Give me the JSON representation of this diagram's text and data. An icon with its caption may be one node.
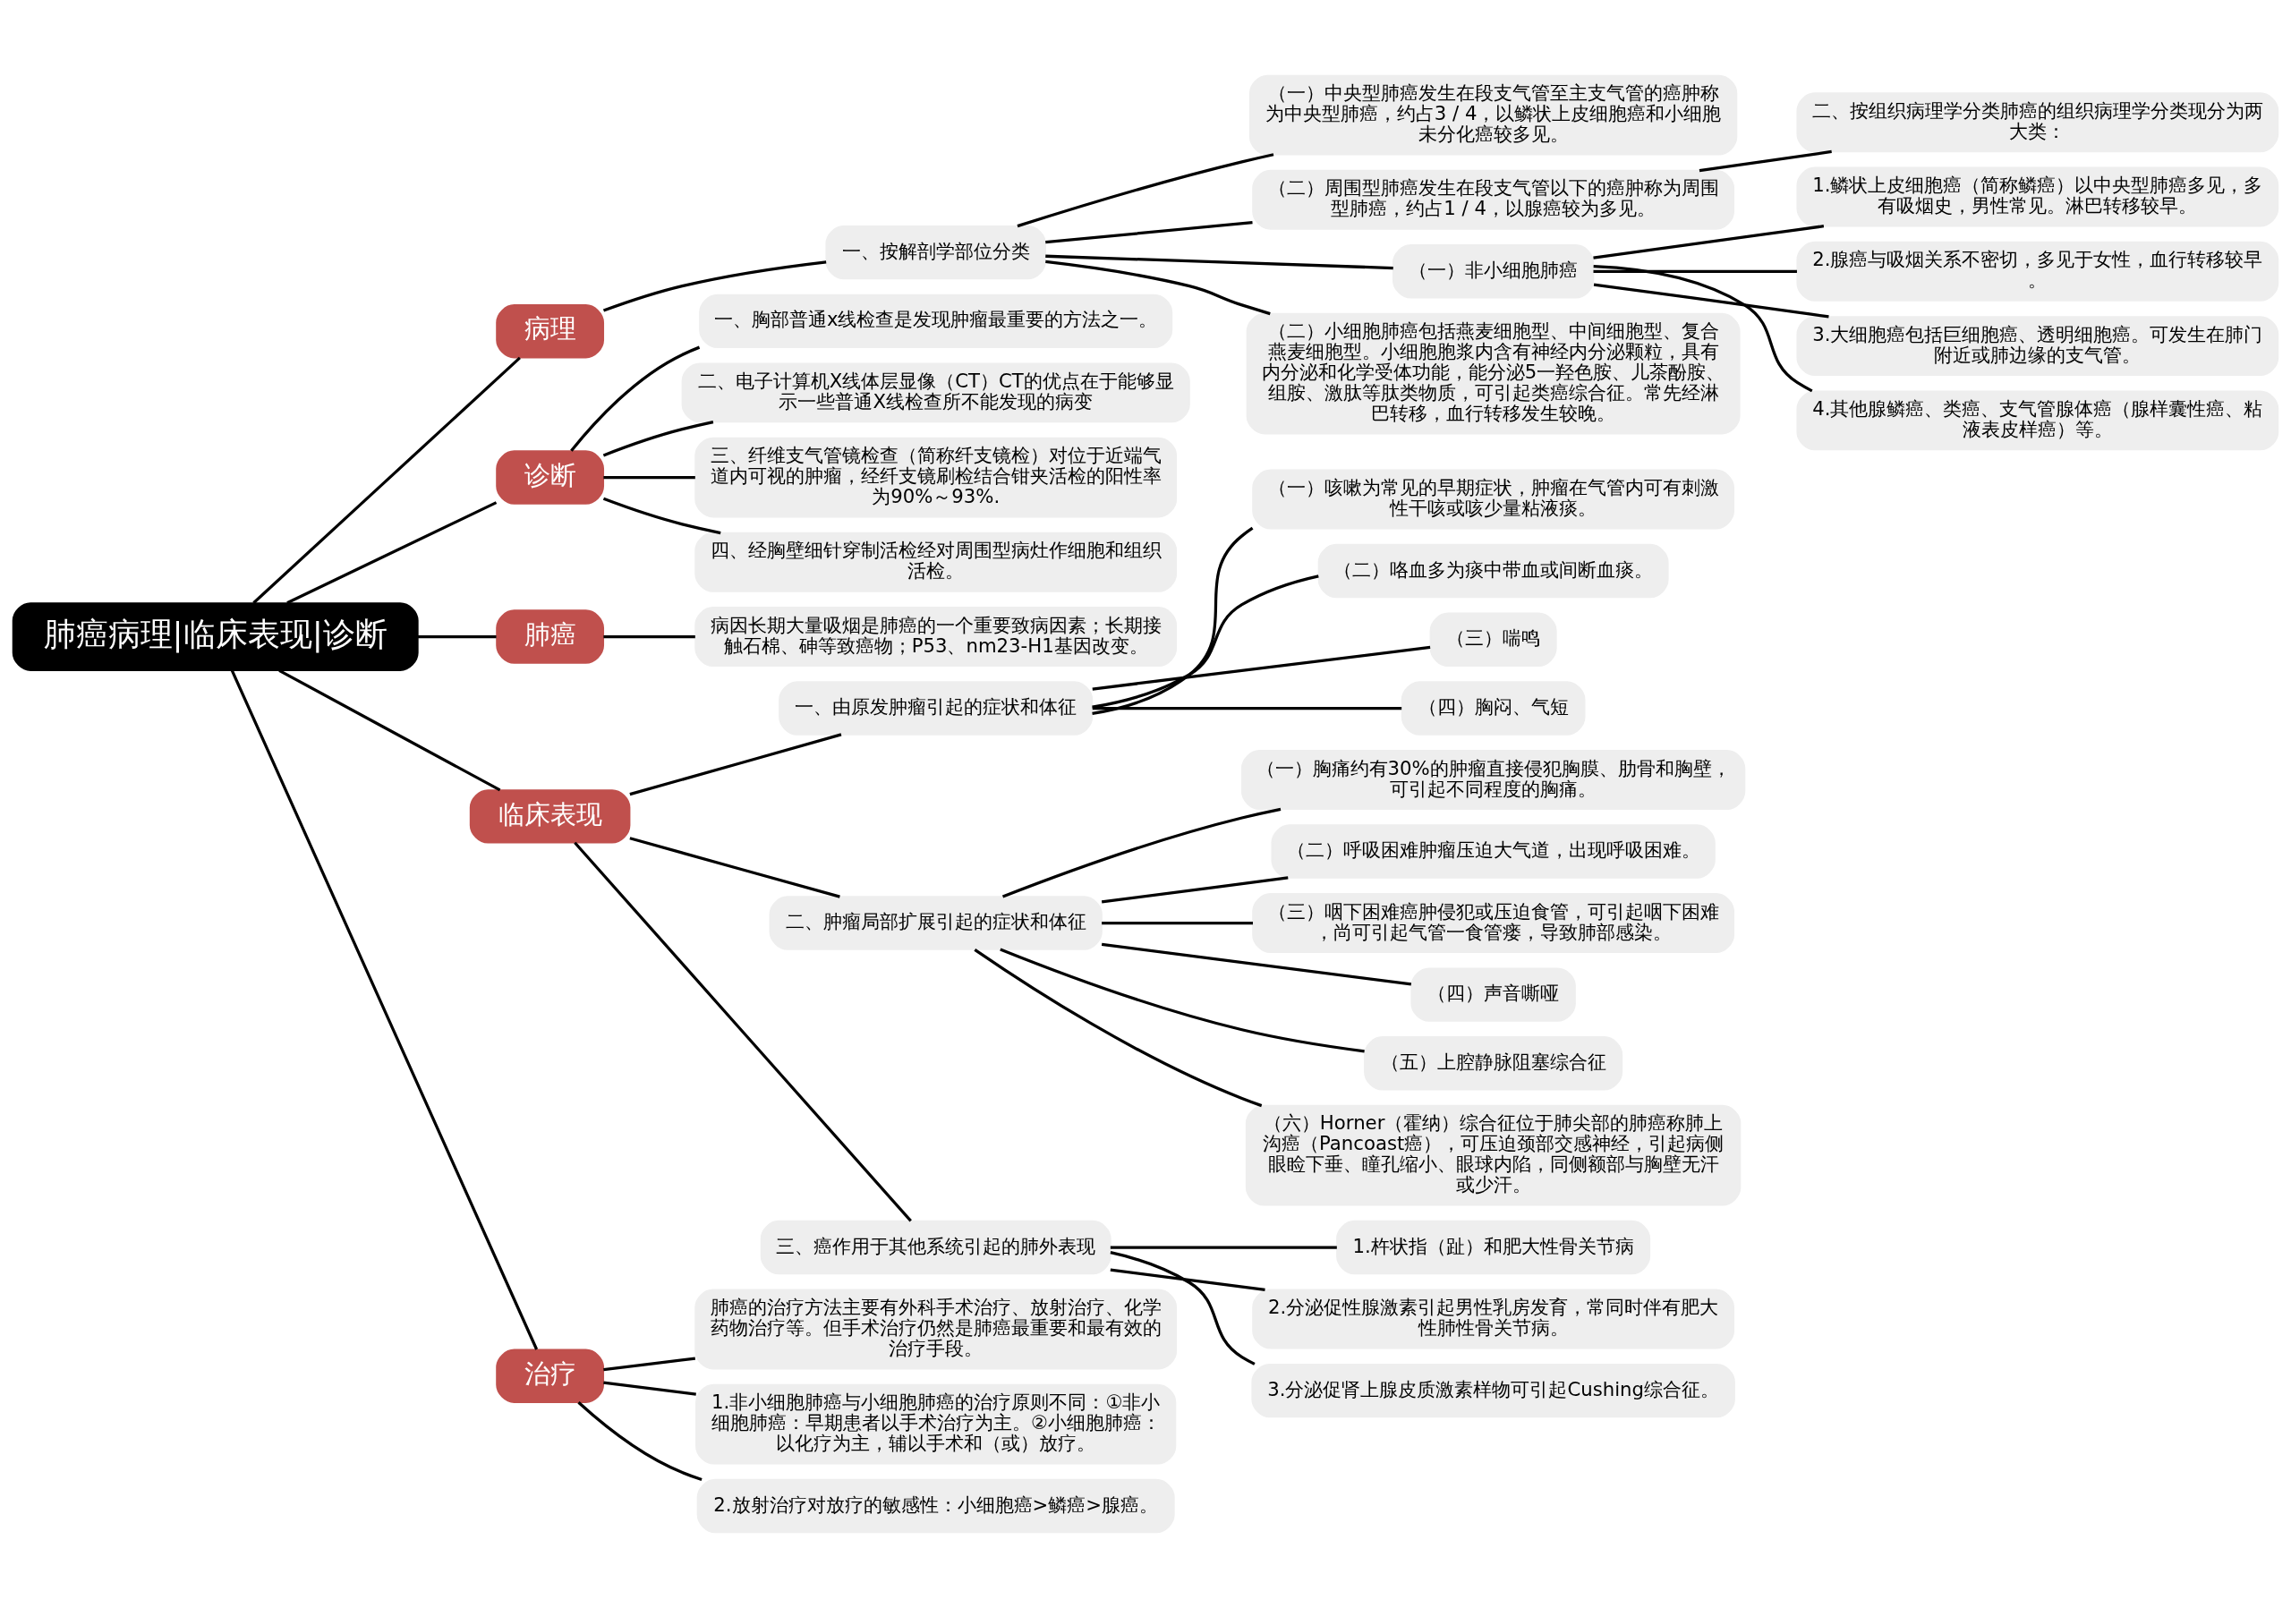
{
  "diagram": {
    "nodes": [
      {
        "text": [
          "肺癌病理|临床表现|诊断"
        ]
      },
      {
        "text": [
          "病理"
        ]
      },
      {
        "text": [
          "一、按解剖学部位分类"
        ]
      },
      {
        "text": [
          "（一）中央型肺癌发生在段支气管至主支气管的癌肿称为中央型肺癌，约占3 / 4，以鳞状上皮细胞癌和小细胞未分化癌较多见。"
        ]
      },
      {
        "text": [
          "（二）周围型肺癌发生在段支气管以下的癌肿称为周围型肺癌，约占1 / 4，以腺癌较为多见。"
        ]
      },
      {
        "text": [
          "二、按组织病理学分类肺癌的组织病理学分类现分为两大类："
        ]
      },
      {
        "text": [
          "（一）非小细胞肺癌"
        ]
      },
      {
        "text": [
          "1.鳞状上皮细胞癌（简称鳞癌）以中央型肺癌多见，多有吸烟史，男性常见。淋巴转移较早。"
        ]
      },
      {
        "text": [
          "2.腺癌与吸烟关系不密切，多见于女性，血行转移较早。"
        ]
      },
      {
        "text": [
          "3.大细胞癌包括巨细胞癌、透明细胞癌。可发生在肺门附近或肺边缘的支气管。"
        ]
      },
      {
        "text": [
          "4.其他腺鳞癌、类癌、支气管腺体癌（腺样囊性癌、粘液表皮样癌）等。"
        ]
      },
      {
        "text": [
          "（二）小细胞肺癌包括燕麦细胞型、中间细胞型、复合燕麦细胞型。小细胞胞浆内含有神经内分泌颗粒，具有内分泌和化学受体功能，能分泌5一羟色胺、儿茶酚胺、组胺、激肽等肽类物质，可引起类癌综合征。常先经淋巴转移，血行转移发生较晚。"
        ]
      },
      {
        "text": [
          "诊断"
        ]
      },
      {
        "text": [
          "一、胸部普通x线检查是发现肿瘤最重要的方法之一。"
        ]
      },
      {
        "text": [
          "二、电子计算机X线体层显像（CT）CT的优点在于能够显示一些普通X线检查所不能发现的病变"
        ]
      },
      {
        "text": [
          "三、纤维支气管镜检查（简称纤支镜检）对位于近端气道内可视的肿瘤，经纤支镜刷检结合钳夹活检的阳性率为90%～93%."
        ]
      },
      {
        "text": [
          "四、经胸壁细针穿制活检经对周围型病灶作细胞和组织活检。"
        ]
      },
      {
        "text": [
          "肺癌"
        ]
      },
      {
        "text": [
          "病因长期大量吸烟是肺癌的一个重要致病因素；长期接触石棉、砷等致癌物；P53、nm23-H1基因改变。"
        ]
      },
      {
        "text": [
          "临床表现"
        ]
      },
      {
        "text": [
          "一、由原发肿瘤引起的症状和体征"
        ]
      },
      {
        "text": [
          "（一）咳嗽为常见的早期症状，肿瘤在气管内可有刺激性干咳或咳少量粘液痰。"
        ]
      },
      {
        "text": [
          "（二）咯血多为痰中带血或间断血痰。"
        ]
      },
      {
        "text": [
          "（三）喘鸣"
        ]
      },
      {
        "text": [
          "（四）胸闷、气短"
        ]
      },
      {
        "text": [
          "二、肿瘤局部扩展引起的症状和体征"
        ]
      },
      {
        "text": [
          "（一）胸痛约有30%的肿瘤直接侵犯胸膜、肋骨和胸壁，可引起不同程度的胸痛。"
        ]
      },
      {
        "text": [
          "（二）呼吸困难肿瘤压迫大气道，出现呼吸困难。"
        ]
      },
      {
        "text": [
          "（三）咽下困难癌肿侵犯或压迫食管，可引起咽下困难，尚可引起气管一食管瘘，导致肺部感染。"
        ]
      },
      {
        "text": [
          "（四）声音嘶哑"
        ]
      },
      {
        "text": [
          "（五）上腔静脉阻塞综合征"
        ]
      },
      {
        "text": [
          "（六）Horner（霍纳）综合征位于肺尖部的肺癌称肺上沟癌（Pancoast癌），可压迫颈部交感神经，引起病侧眼睑下垂、瞳孔缩小、眼球内陷，同侧额部与胸壁无汗或少汗。"
        ]
      },
      {
        "text": [
          "三、癌作用于其他系统引起的肺外表现"
        ]
      },
      {
        "text": [
          "1.杵状指（趾）和肥大性骨关节病"
        ]
      },
      {
        "text": [
          "2.分泌促性腺激素引起男性乳房发育，常同时伴有肥大性肺性骨关节病。"
        ]
      },
      {
        "text": [
          "3.分泌促肾上腺皮质激素样物可引起Cushing综合征。"
        ]
      },
      {
        "text": [
          "治疗"
        ]
      },
      {
        "text": [
          "肺癌的治疗方法主要有外科手术治疗、放射治疗、化学药物治疗等。但手术治疗仍然是肺癌最重要和最有效的治疗手段。"
        ]
      },
      {
        "text": [
          "1.非小细胞肺癌与小细胞肺癌的治疗原则不同：①非小细胞肺癌：早期患者以手术治疗为主。②小细胞肺癌：以化疗为主，辅以手术和（或）放疗。"
        ]
      },
      {
        "text": [
          "2.放射治疗对放疗的敏感性：小细胞癌>鳞癌>腺癌。"
        ]
      }
    ],
    "edges": [
      {
        "from": 0,
        "to": 1,
        "arrow": "none"
      },
      {
        "from": 1,
        "to": 2,
        "arrow": "none"
      },
      {
        "from": 2,
        "to": 3,
        "arrow": "none"
      },
      {
        "from": 2,
        "to": 4,
        "arrow": "none"
      },
      {
        "from": 4,
        "to": 5,
        "arrow": "none"
      },
      {
        "from": 2,
        "to": 6,
        "arrow": "none"
      },
      {
        "from": 6,
        "to": 7,
        "arrow": "none"
      },
      {
        "from": 6,
        "to": 8,
        "arrow": "none"
      },
      {
        "from": 6,
        "to": 9,
        "arrow": "none"
      },
      {
        "from": 6,
        "to": 10,
        "arrow": "none"
      },
      {
        "from": 2,
        "to": 11,
        "arrow": "none"
      },
      {
        "from": 0,
        "to": 12,
        "arrow": "none"
      },
      {
        "from": 12,
        "to": 13,
        "arrow": "none"
      },
      {
        "from": 12,
        "to": 14,
        "arrow": "none"
      },
      {
        "from": 12,
        "to": 15,
        "arrow": "none"
      },
      {
        "from": 12,
        "to": 16,
        "arrow": "none"
      },
      {
        "from": 0,
        "to": 17,
        "arrow": "none"
      },
      {
        "from": 17,
        "to": 18,
        "arrow": "none"
      },
      {
        "from": 0,
        "to": 19,
        "arrow": "none"
      },
      {
        "from": 19,
        "to": 20,
        "arrow": "none"
      },
      {
        "from": 20,
        "to": 21,
        "arrow": "none"
      },
      {
        "from": 20,
        "to": 22,
        "arrow": "none"
      },
      {
        "from": 20,
        "to": 23,
        "arrow": "none"
      },
      {
        "from": 20,
        "to": 24,
        "arrow": "none"
      },
      {
        "from": 19,
        "to": 25,
        "arrow": "none"
      },
      {
        "from": 25,
        "to": 26,
        "arrow": "none"
      },
      {
        "from": 25,
        "to": 27,
        "arrow": "none"
      },
      {
        "from": 25,
        "to": 28,
        "arrow": "none"
      },
      {
        "from": 25,
        "to": 29,
        "arrow": "none"
      },
      {
        "from": 25,
        "to": 30,
        "arrow": "none"
      },
      {
        "from": 25,
        "to": 31,
        "arrow": "none"
      },
      {
        "from": 19,
        "to": 32,
        "arrow": "none"
      },
      {
        "from": 32,
        "to": 33,
        "arrow": "none"
      },
      {
        "from": 32,
        "to": 34,
        "arrow": "none"
      },
      {
        "from": 32,
        "to": 35,
        "arrow": "none"
      },
      {
        "from": 0,
        "to": 36,
        "arrow": "none"
      },
      {
        "from": 36,
        "to": 37,
        "arrow": "none"
      },
      {
        "from": 36,
        "to": 38,
        "arrow": "none"
      },
      {
        "from": 36,
        "to": 39,
        "arrow": "none"
      }
    ]
  }
}
